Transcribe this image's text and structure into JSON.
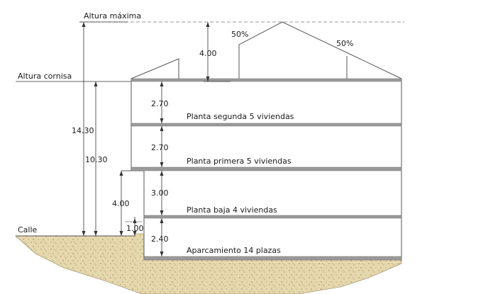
{
  "labels": {
    "altura_maxima": "Altura máxima",
    "altura_cornisa": "Altura cornisa",
    "calle": "Calle"
  },
  "roof": {
    "height": "4.00",
    "slope_left": "50%",
    "slope_right": "50%"
  },
  "dimensions": {
    "total_height": "14.30",
    "cornice_height": "10.30",
    "ground_floor_offset": "4.00",
    "street_step": "1.00"
  },
  "floors": [
    {
      "height": "2.70",
      "label": "Planta segunda 5 viviendas"
    },
    {
      "height": "2.70",
      "label": "Planta primera 5 viviendas"
    },
    {
      "height": "3.00",
      "label": "Planta baja 4 viviendas"
    },
    {
      "height": "2.40",
      "label": "Aparcamiento 14 plazas"
    }
  ],
  "colors": {
    "ground_fill": "#e2d3a6",
    "slab": "#9a9a9a",
    "line": "#333333"
  }
}
